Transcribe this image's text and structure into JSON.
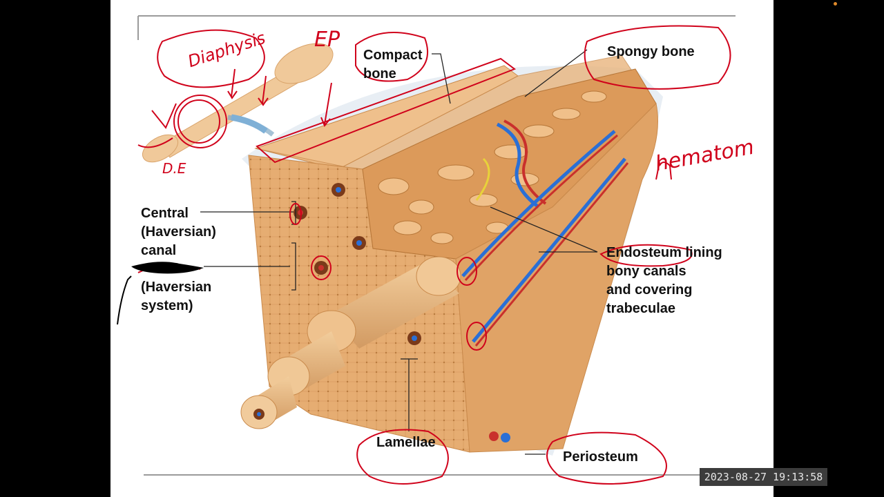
{
  "labels": {
    "compact_bone": "Compact\nbone",
    "spongy_bone": "Spongy bone",
    "central_canal": "Central\n(Haversian)\ncanal",
    "osteon": "(Haversian\nsystem)",
    "endosteum": "Endosteum lining\nbony canals\nand covering\ntrabeculae",
    "lamellae": "Lamellae",
    "periosteum": "Periosteum"
  },
  "handwriting": {
    "diaphysis": "Diaphysis",
    "epiphysis": "EP",
    "hematoma": "hematom",
    "small_mark": "D.E"
  },
  "timestamp": "2023-08-27  19:13:58",
  "colors": {
    "annotation_ink": "#d0021b",
    "bone": "#e7b47c",
    "vein": "#2a6fd6",
    "artery": "#c9302c"
  }
}
